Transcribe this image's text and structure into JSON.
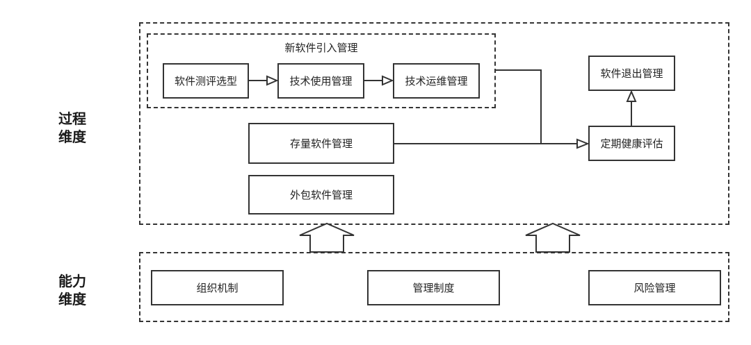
{
  "process_dimension": {
    "label_line1": "过程",
    "label_line2": "维度"
  },
  "capability_dimension": {
    "label_line1": "能力",
    "label_line2": "维度"
  },
  "new_software_group": {
    "title": "新软件引入管理",
    "steps": [
      "软件测评选型",
      "技术使用管理",
      "技术运维管理"
    ]
  },
  "stock_software": "存量软件管理",
  "outsourced_software": "外包软件管理",
  "periodic_health": "定期健康评估",
  "software_exit": "软件退出管理",
  "capabilities": [
    "组织机制",
    "管理制度",
    "风险管理"
  ]
}
